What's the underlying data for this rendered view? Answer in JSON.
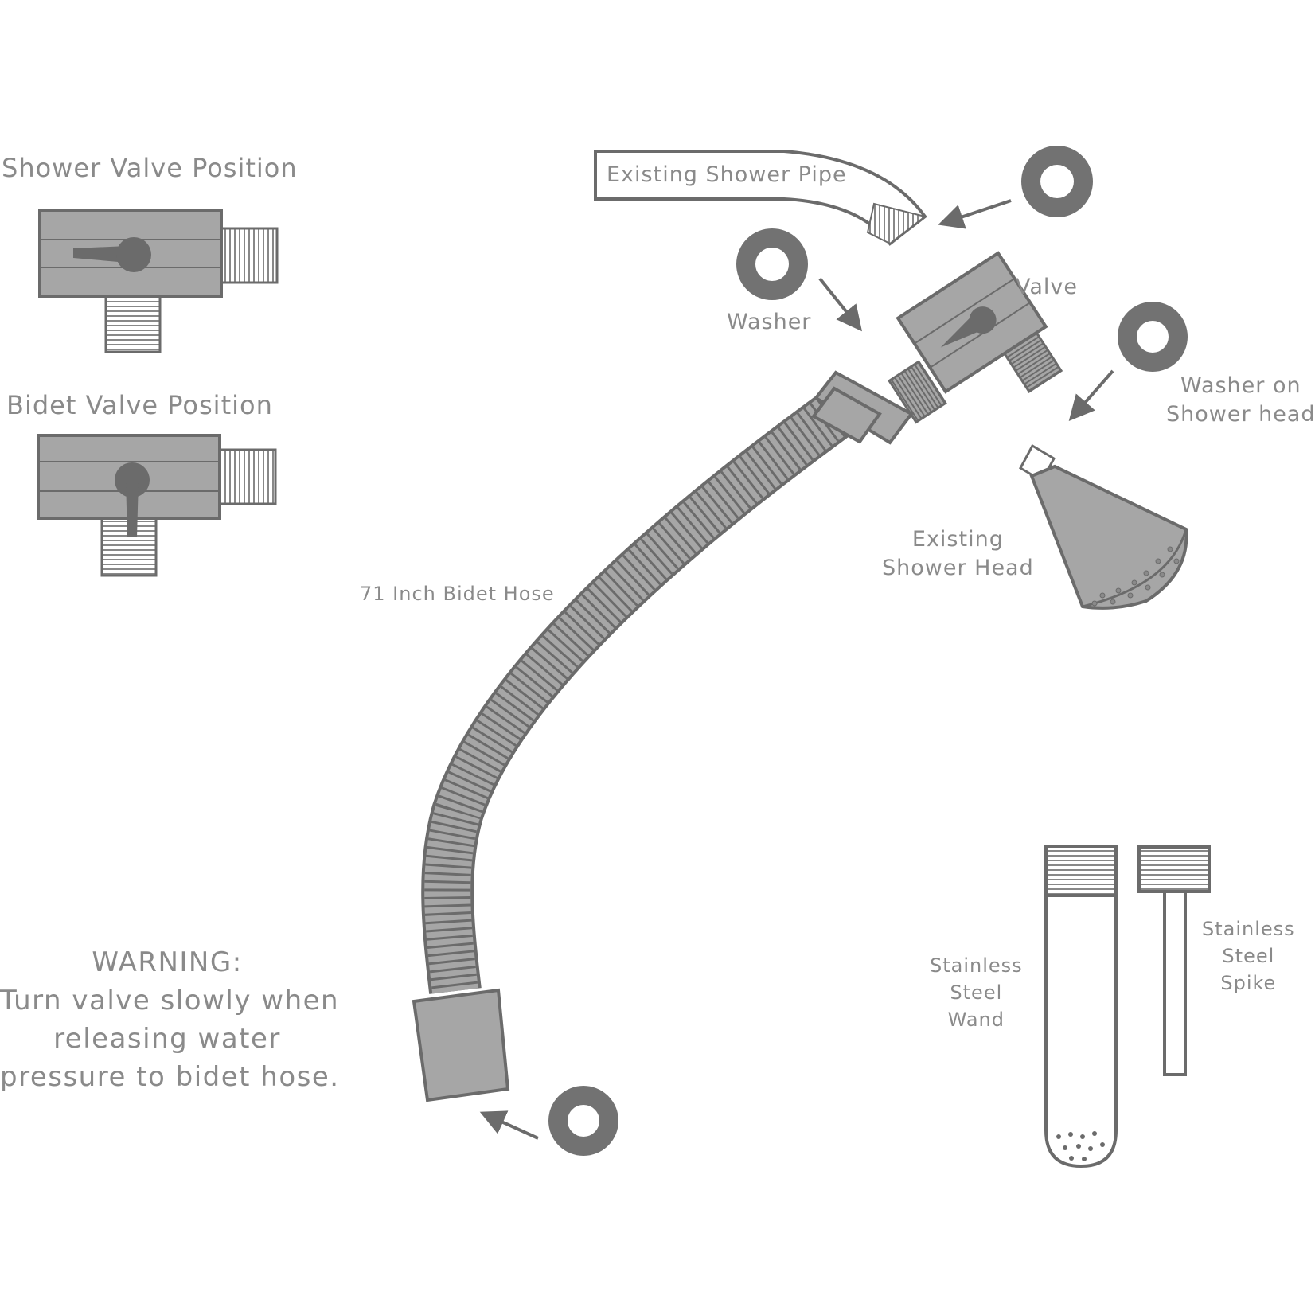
{
  "labels": {
    "shower_valve_position": "Shower Valve Position",
    "bidet_valve_position": "Bidet Valve Position",
    "existing_shower_pipe": "Existing Shower Pipe",
    "valve": "Valve",
    "washer": "Washer",
    "washer_on_shower_head": [
      "Washer on",
      "Shower head"
    ],
    "existing_shower_head": [
      "Existing",
      "Shower Head"
    ],
    "bidet_hose": "71 Inch Bidet Hose",
    "stainless_steel_wand": [
      "Stainless",
      "Steel",
      "Wand"
    ],
    "stainless_steel_spike": [
      "Stainless",
      "Steel",
      "Spike"
    ]
  },
  "warning": {
    "title": "WARNING:",
    "lines": [
      "Turn valve slowly when",
      "releasing water",
      "pressure to bidet hose."
    ]
  },
  "colors": {
    "fill": "#a6a6a6",
    "stroke": "#6b6b6b",
    "washer": "#727272",
    "text": "#8a8a8a"
  }
}
